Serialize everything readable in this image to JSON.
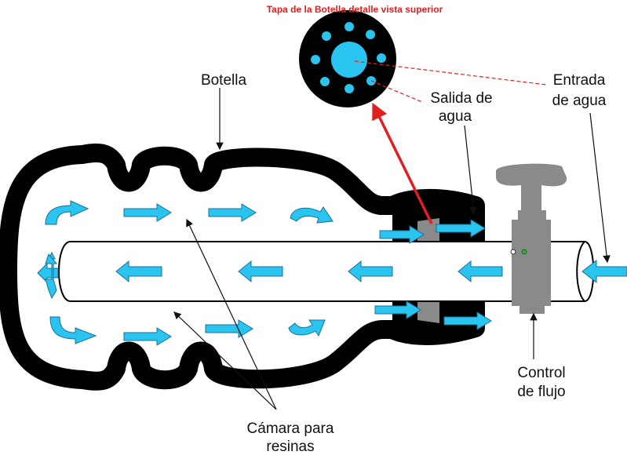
{
  "title": "Tapa de la Botella detalle vista superior",
  "labels": {
    "botella": "Botella",
    "salida_1": "Salida de",
    "salida_2": "agua",
    "entrada_1": "Entrada",
    "entrada_2": "de agua",
    "control_1": "Control",
    "control_2": "de flujo",
    "camara_1": "Cámara para",
    "camara_2": "resinas"
  },
  "colors": {
    "bottle": "#000000",
    "arrow": "#29c4f0",
    "arrow_outline": "#1a6f96",
    "valve": "#8a8a8a",
    "highlight": "#e02020",
    "title": "#e02020"
  },
  "icons": [
    "flow-arrow-icon",
    "valve-icon",
    "cap-hole-icon"
  ]
}
